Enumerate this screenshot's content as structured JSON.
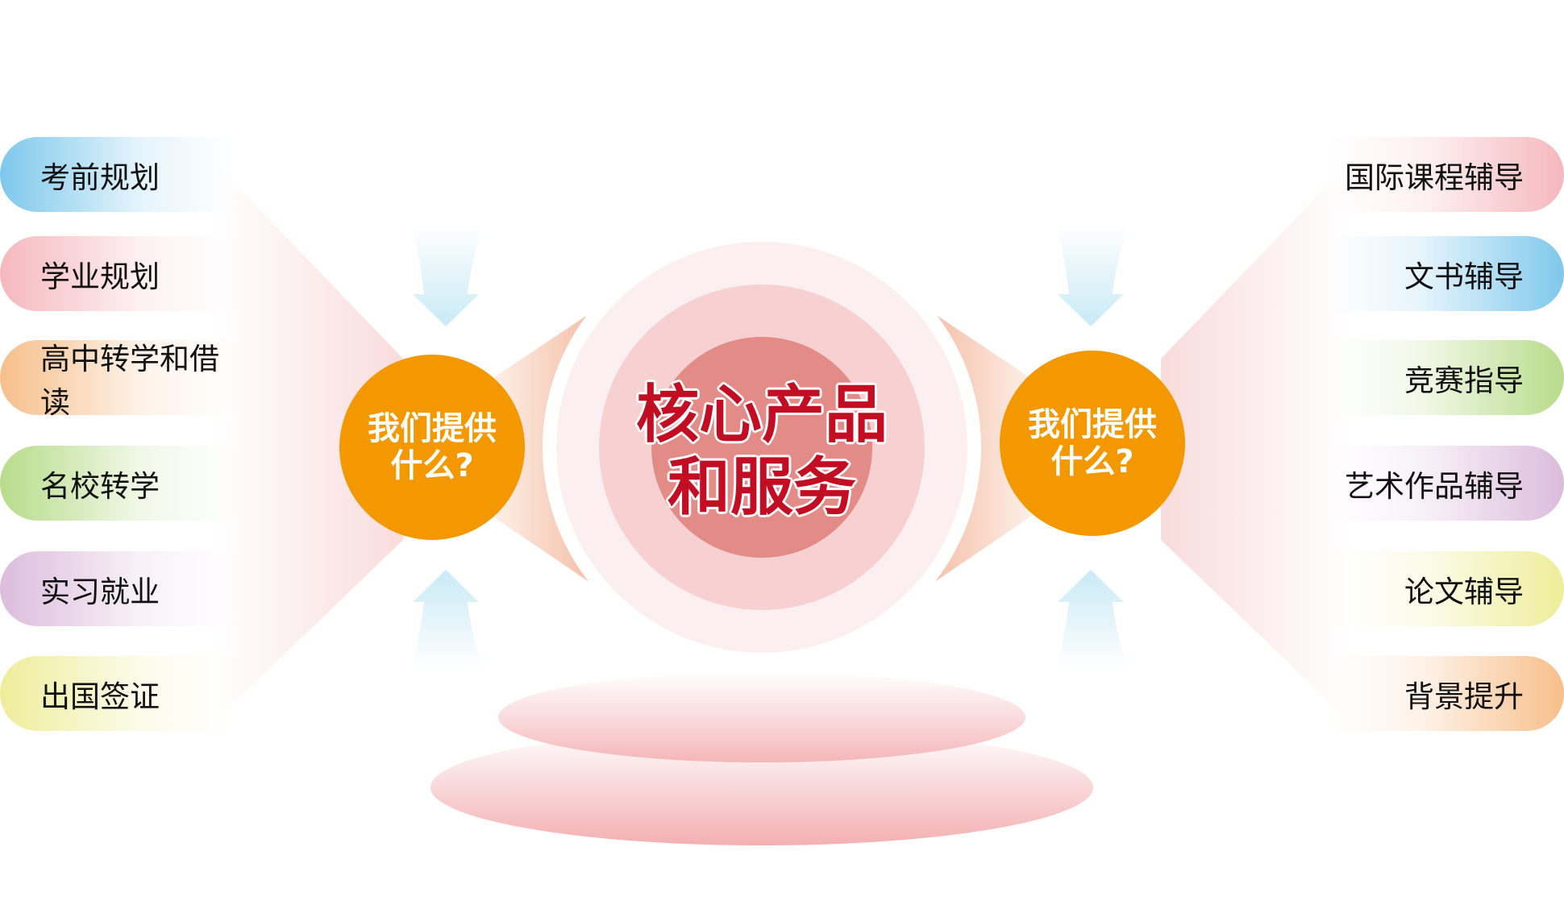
{
  "left_items": [
    {
      "label": "考前规划",
      "color": "#7ec8ec"
    },
    {
      "label": "学业规划",
      "color": "#f5b8bd"
    },
    {
      "label": "高中转学和借读",
      "color": "#f7bf8a"
    },
    {
      "label": "名校转学",
      "color": "#b7dc8a"
    },
    {
      "label": "实习就业",
      "color": "#dcbcdc"
    },
    {
      "label": "出国签证",
      "color": "#eeed9a"
    }
  ],
  "right_items": [
    {
      "label": "国际课程辅导",
      "color": "#f5b8bd"
    },
    {
      "label": "文书辅导",
      "color": "#7ec8ec"
    },
    {
      "label": "竞赛指导",
      "color": "#b7dc8a"
    },
    {
      "label": "艺术作品辅导",
      "color": "#dcbcdc"
    },
    {
      "label": "论文辅导",
      "color": "#eeed9a"
    },
    {
      "label": "背景提升",
      "color": "#f7bf8a"
    }
  ],
  "question": {
    "line1": "我们提供",
    "line2": "什么?"
  },
  "core": {
    "line1": "核心产品",
    "line2": "和服务"
  },
  "colors": {
    "orange": "#f39800",
    "core_red": "#c30d23"
  }
}
